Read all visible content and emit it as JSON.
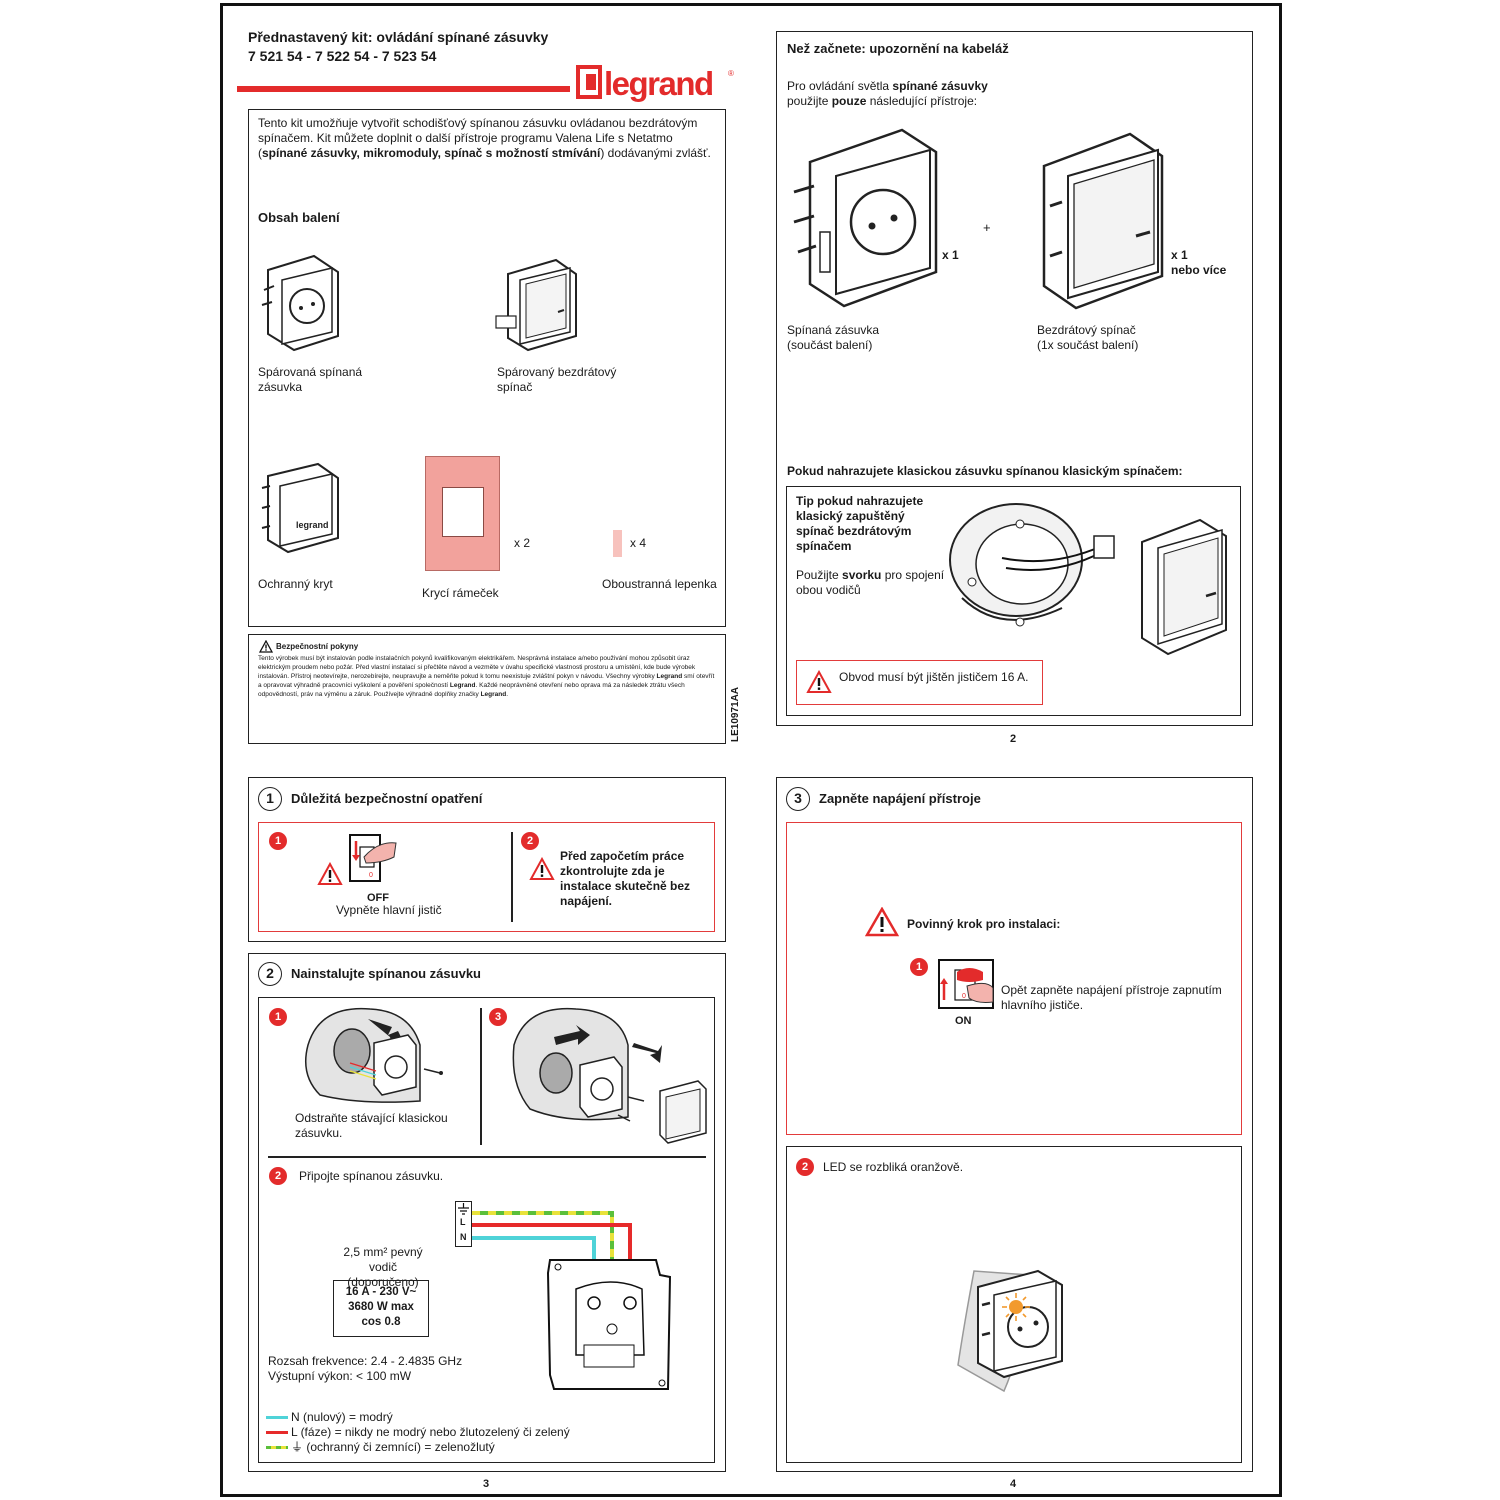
{
  "p1": {
    "title": "Přednastavený kit: ovládání spínané zásuvky",
    "codes": "7 521 54 - 7 522 54 - 7 523 54",
    "logo": "legrand",
    "intro_1": "Tento kit umožňuje vytvořit schodišťový spínanou zásuvku ovládanou bezdrátovým spínačem. Kit můžete doplnit o další přístroje programu Valena Life s Netatmo (",
    "intro_bold": "spínané zásuvky, mikromoduly, spínač s možností stmívání",
    "intro_2": ") dodávanými zvlášť.",
    "contents_title": "Obsah balení",
    "items": [
      {
        "label": "Spárovaná spínaná zásuvka"
      },
      {
        "label": "Spárovaný bezdrátový spínač"
      },
      {
        "label": "Ochranný kryt"
      },
      {
        "label": "Krycí rámeček",
        "qty": "x 2"
      },
      {
        "label": "Oboustranná lepenka",
        "qty": "x 4"
      }
    ],
    "safety_title": "Bezpečnostní pokyny",
    "safety_a": "Tento výrobek musí být instalován podle instalačních pokynů kvalifikovaným elektrikářem. Nesprávná instalace a/nebo použivání mohou způsobit úraz elektrickým proudem nebo požár. Před vlastní instalací si přečtěte návod a vezměte v úvahu specifické vlastnosti prostoru a umístění, kde bude výrobek instalován. Přístroj neotevírejte, nerozebírejte, neupravujte a neměňte pokud k tomu neexistuje zvláštní pokyn v návodu. Všechny výrobky ",
    "safety_brand": "Legrand",
    "safety_b": " smí otevřít a opravovat výhradně pracovníci vyškolení a pověření společností ",
    "safety_c": ". Každé neoprávněné otevření nebo oprava má za následek ztrátu všech odpovědností, práv na výměnu a záruk. Používejte výhradně doplňky značky ",
    "safety_d": ".",
    "doc_code": "LE10971AA"
  },
  "p2": {
    "title": "Než začnete: upozornění na kabeláž",
    "use_1": "Pro ovládání světla ",
    "use_bold1": "spínané zásuvky",
    "use_2": " použijte ",
    "use_bold2": "pouze",
    "use_3": " následující přístroje:",
    "qty_1": "x 1",
    "plus": "+",
    "qty_2": "x 1",
    "qty_2b": "nebo více",
    "dev_1a": "Spínaná zásuvka",
    "dev_1b": "(součást balení)",
    "dev_2a": "Bezdrátový spínač",
    "dev_2b": "(1x součást balení)",
    "replace_title": "Pokud nahrazujete klasickou zásuvku spínanou klasickým spínačem:",
    "tip_bold": "Tip pokud nahrazujete klasický zapuštěný spínač bezdrátovým spínačem",
    "tip_1": "Použijte ",
    "tip_bold2": "svorku",
    "tip_2": " pro spojení obou vodičů",
    "warn": "Obvod musí být jištěn jističem 16 A.",
    "page": "2"
  },
  "p3": {
    "s1_num": "1",
    "s1_title": "Důležitá bezpečnostní opatření",
    "s1_step1": "1",
    "s1_off": "OFF",
    "s1_off_text": "Vypněte hlavní jistič",
    "s1_step2": "2",
    "s1_warn": "Před započetím práce zkontrolujte zda je instalace skutečně bez napájení.",
    "s2_num": "2",
    "s2_title": "Nainstalujte spínanou zásuvku",
    "s2_step1": "1",
    "s2_step1_text": "Odstraňte stávající klasickou zásuvku.",
    "s2_step3": "3",
    "s2_step2": "2",
    "s2_step2_text": "Připojte spínanou zásuvku.",
    "wire_1": "2,5 mm² pevný vodič",
    "wire_2": "(doporučeno)",
    "spec_1": "16 A - 230 V~",
    "spec_2": "3680 W max",
    "spec_3": "cos 0.8",
    "freq": "Rozsah frekvence: 2.4 - 2.4835 GHz",
    "power": "Výstupní výkon: < 100 mW",
    "term_l": "L",
    "term_n": "N",
    "legend_n": "N (nulový) = modrý",
    "legend_l": "L (fáze) = nikdy ne modrý nebo žlutozelený či zelený",
    "legend_pe": "⏚ (ochranný či zemnící) = zelenožlutý",
    "page": "3",
    "colors": {
      "n": "#4fd3d8",
      "l": "#e62a2a",
      "pe_green": "#5bbf3a",
      "pe_yellow": "#e8e23a"
    }
  },
  "p4": {
    "s3_num": "3",
    "s3_title": "Zapněte napájení přístroje",
    "mandatory": "Povinný krok pro instalaci:",
    "step1": "1",
    "on": "ON",
    "on_text": "Opět zapněte napájení přístroje zapnutím hlavního jističe.",
    "step2": "2",
    "led": "LED se rozbliká oranžově.",
    "page": "4"
  },
  "theme": {
    "accent": "#e32b2b",
    "frame": "#f2a29c"
  }
}
